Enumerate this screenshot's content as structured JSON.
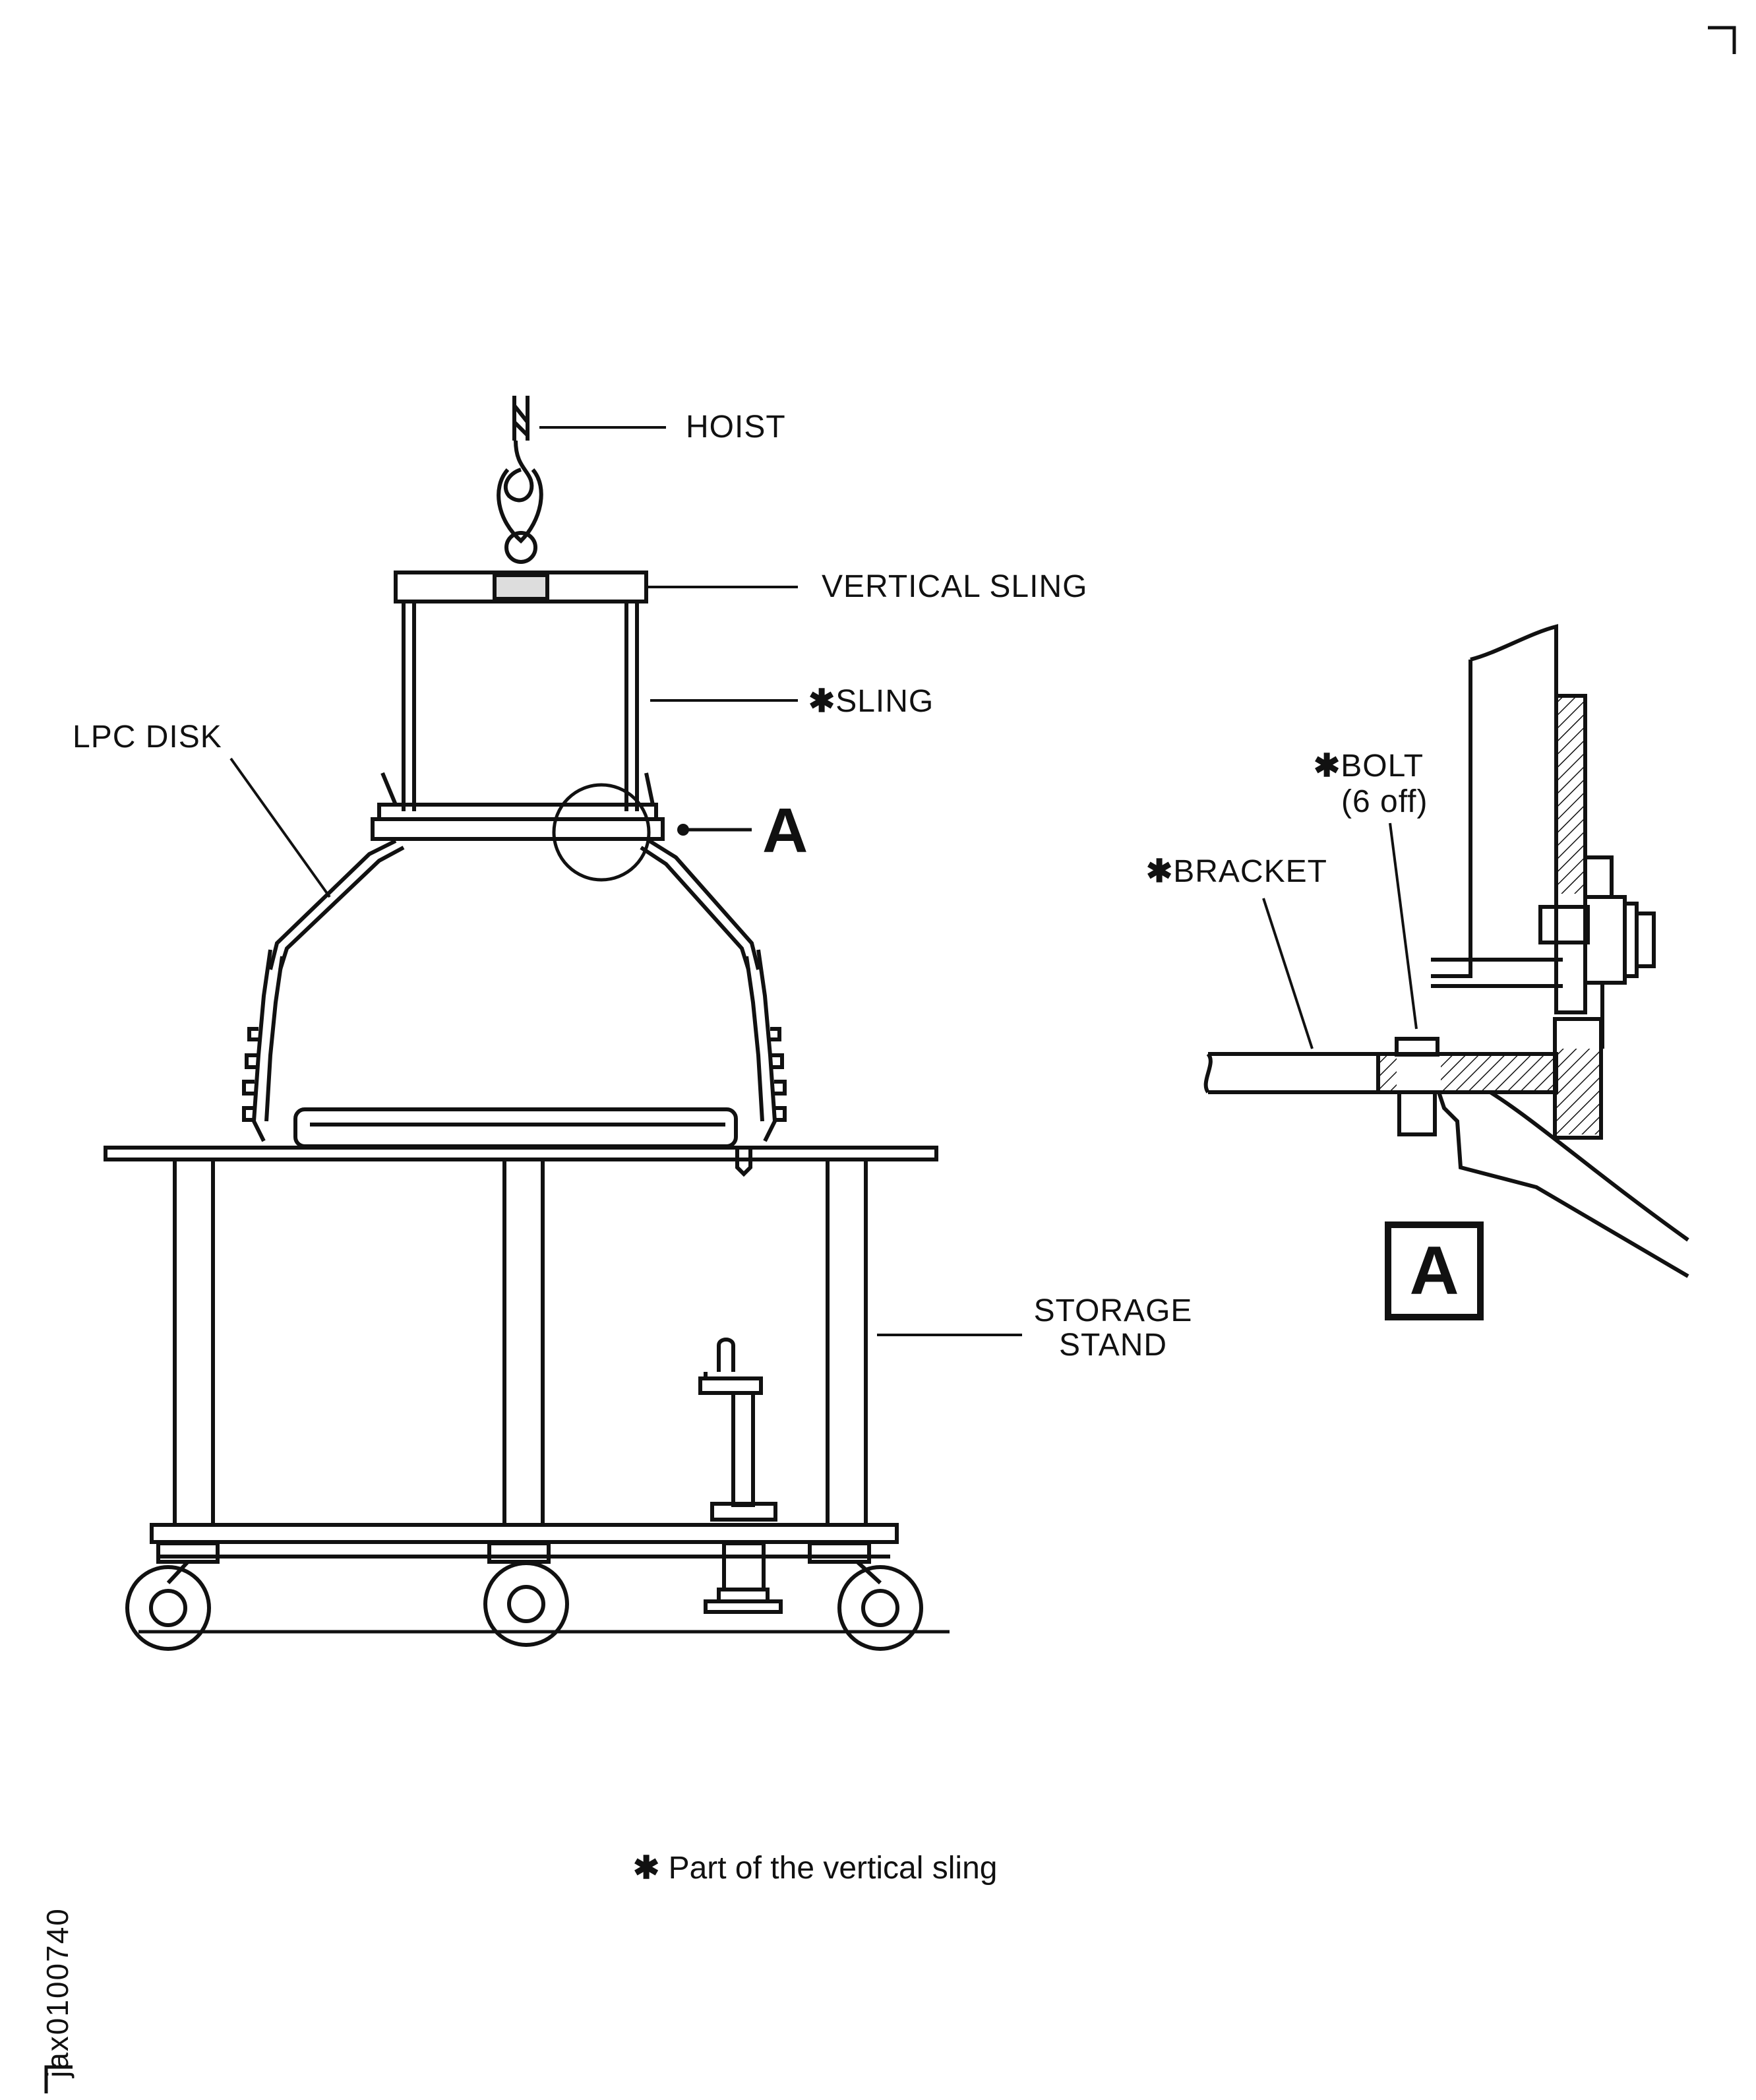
{
  "labels": {
    "hoist": "HOIST",
    "vertical_sling": "VERTICAL SLING",
    "sling": "SLING",
    "lpc_disk": "LPC DISK",
    "storage_stand_line1": "STORAGE",
    "storage_stand_line2": "STAND",
    "bolt": "BOLT",
    "bolt_qty": "(6 off)",
    "bracket": "BRACKET",
    "detail_callout": "A",
    "detail_box": "A"
  },
  "marker": "✱",
  "footnote": "Part of the vertical sling",
  "figure_code": "jax0100740"
}
